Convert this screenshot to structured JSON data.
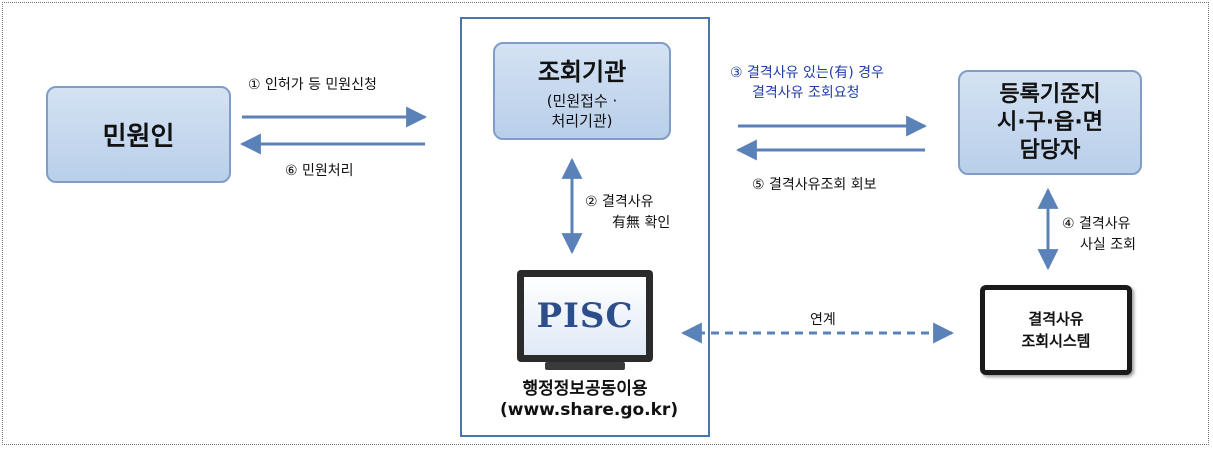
{
  "nodes": {
    "civil": {
      "label": "민원인"
    },
    "agency": {
      "title": "조회기관",
      "sub1": "(민원접수 ·",
      "sub2": "처리기관)"
    },
    "local": {
      "line1": "등록기준지",
      "line2": "시·구·읍·면",
      "line3": "담당자"
    },
    "system": {
      "line1": "결격사유",
      "line2": "조회시스템"
    },
    "pisc": {
      "logo": "PISC",
      "name": "행정정보공동이용",
      "url": "(www.share.go.kr)"
    }
  },
  "steps": {
    "s1": "① 인허가 등 민원신청",
    "s2_line1": "② 결격사유",
    "s2_line2": "有無 확인",
    "s3_line1": "③ 결격사유 있는(有) 경우",
    "s3_line2": "결격사유 조회요청",
    "s4_line1": "④ 결격사유",
    "s4_line2": "사실 조회",
    "s5": "⑤ 결격사유조회 회보",
    "s6": "⑥ 민원처리",
    "link": "연계"
  },
  "colors": {
    "arrow": "#5b82b8",
    "step3_text": "#1f3fa8",
    "panel_border": "#4a74ad"
  }
}
